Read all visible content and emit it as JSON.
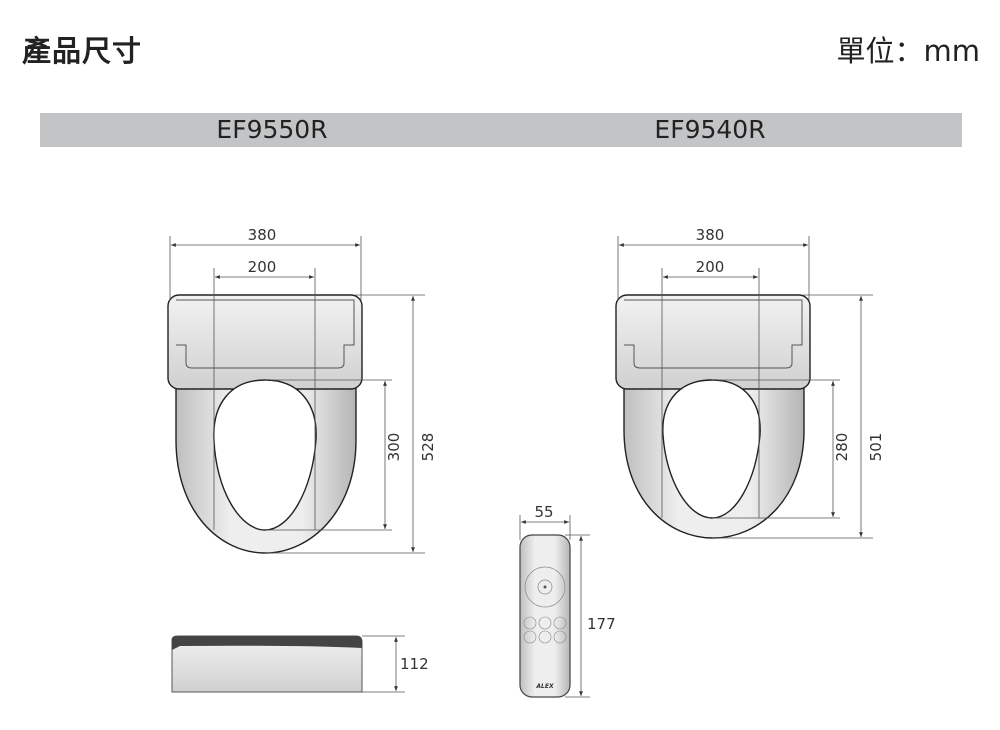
{
  "header": {
    "title": "產品尺寸",
    "unit": "單位：mm"
  },
  "models": [
    {
      "name": "EF9550R",
      "width": "380",
      "hinge_spacing": "200",
      "opening_length": "300",
      "total_length": "528",
      "height": "112"
    },
    {
      "name": "EF9540R",
      "width": "380",
      "hinge_spacing": "200",
      "opening_length": "280",
      "total_length": "501"
    }
  ],
  "remote": {
    "width": "55",
    "length": "177",
    "logo": "ALEX"
  },
  "colors": {
    "header_bar": "#c3c4c6",
    "seat_body": "#d8d8d8",
    "seat_edge": "#444444"
  }
}
